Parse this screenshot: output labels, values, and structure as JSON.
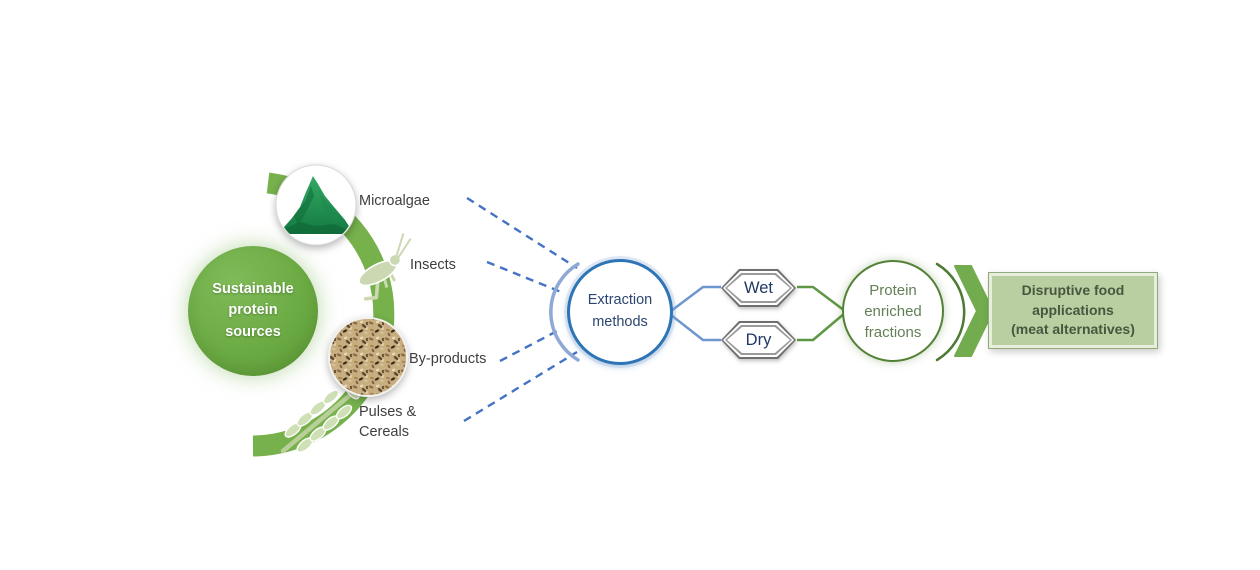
{
  "diagram": {
    "source_circle": {
      "label": "Sustainable protein sources"
    },
    "sources": [
      {
        "label": "Microalgae",
        "icon": "microalgae-powder-photo"
      },
      {
        "label": "Insects",
        "icon": "grasshopper-icon"
      },
      {
        "label": "By-products",
        "icon": "bran-flakes-photo"
      },
      {
        "label": "Pulses & Cereals",
        "icon": "pulses-branch-icon"
      }
    ],
    "extraction": {
      "label": "Extraction methods"
    },
    "methods": [
      {
        "label": "Wet"
      },
      {
        "label": "Dry"
      }
    ],
    "fractions": {
      "label": "Protein enriched fractions"
    },
    "applications": {
      "line1": "Disruptive food applications",
      "line2": "(meat alternatives)"
    },
    "colors": {
      "arc_green": "#76b14c",
      "source_circle_green": "#69a642",
      "extraction_blue": "#2e75b6",
      "connector_dashed_blue": "#4472c4",
      "hexagon_text_navy": "#1f3864",
      "fraction_green": "#538135",
      "chevron_green": "#72ac4e",
      "box_fill": "#b9cfa2",
      "box_border": "#90aa79",
      "box_text": "#48563e",
      "icon_light_green": "#ccd8b2"
    }
  }
}
